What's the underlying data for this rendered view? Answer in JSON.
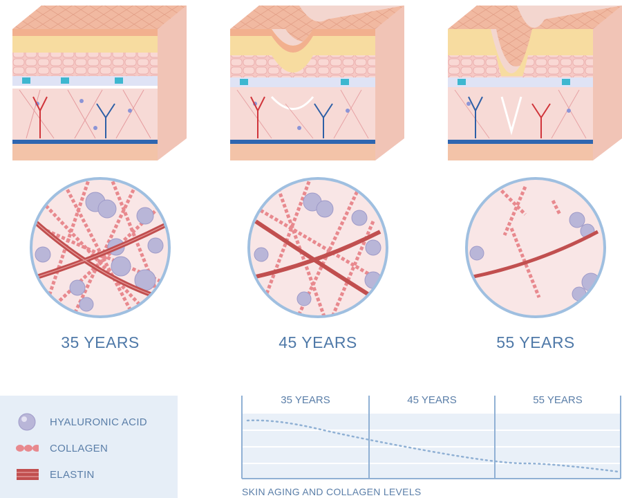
{
  "stages": [
    {
      "label": "35 YEARS",
      "wrinkle": "none"
    },
    {
      "label": "45 YEARS",
      "wrinkle": "medium"
    },
    {
      "label": "55 YEARS",
      "wrinkle": "deep"
    }
  ],
  "legend": {
    "items": [
      {
        "label": "HYALURONIC ACID",
        "icon": "sphere-icon"
      },
      {
        "label": "COLLAGEN",
        "icon": "collagen-beads-icon"
      },
      {
        "label": "ELASTIN",
        "icon": "elastin-band-icon"
      }
    ]
  },
  "table": {
    "columns": [
      "35 YEARS",
      "45 YEARS",
      "55 YEARS"
    ],
    "caption": "SKIN AGING AND COLLAGEN LEVELS"
  },
  "colors": {
    "label_blue": "#4f79a8",
    "skin_top": "#f0b8a0",
    "dermis": "#f7d7d3",
    "collagen": "#e8898e",
    "elastin": "#c14f4f",
    "hyaluronic": "#b9b6d8",
    "circle_border": "#9fbfe0",
    "legend_bg": "#e6eef7"
  }
}
